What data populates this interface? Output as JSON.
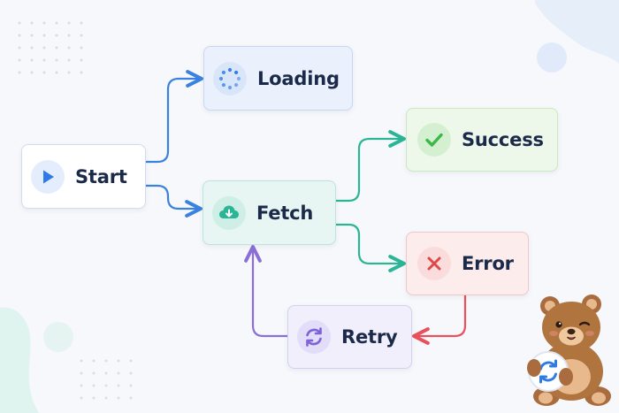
{
  "nodes": {
    "start": {
      "label": "Start",
      "icon": "play-icon"
    },
    "loading": {
      "label": "Loading",
      "icon": "spinner-icon"
    },
    "fetch": {
      "label": "Fetch",
      "icon": "cloud-download-icon"
    },
    "success": {
      "label": "Success",
      "icon": "checkmark-icon"
    },
    "error": {
      "label": "Error",
      "icon": "close-x-icon"
    },
    "retry": {
      "label": "Retry",
      "icon": "refresh-icon"
    }
  },
  "edges": [
    {
      "from": "start",
      "to": "loading",
      "color": "#3b82e0"
    },
    {
      "from": "start",
      "to": "fetch",
      "color": "#3b82e0"
    },
    {
      "from": "fetch",
      "to": "success",
      "color": "#2bb596"
    },
    {
      "from": "fetch",
      "to": "error",
      "color": "#2bb596"
    },
    {
      "from": "error",
      "to": "retry",
      "color": "#e8505b"
    },
    {
      "from": "retry",
      "to": "fetch",
      "color": "#8b6fd6"
    }
  ],
  "mascot": {
    "icon": "teddy-bear-icon",
    "holding": "refresh-icon"
  },
  "colors": {
    "background": "#f7f8fb",
    "label": "#1c2a4a",
    "blue": "#2f7be6",
    "teal": "#2bb596",
    "green": "#3cb84a",
    "red": "#e04848",
    "purple": "#7d63d6"
  }
}
